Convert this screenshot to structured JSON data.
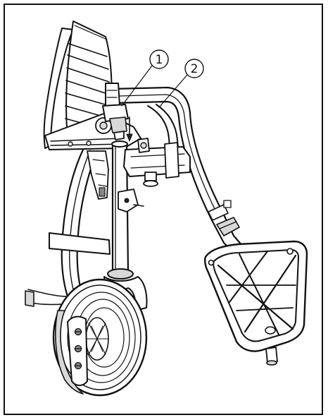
{
  "figure": {
    "callouts": [
      {
        "number": "1",
        "target": "height-adjustment-lever"
      },
      {
        "number": "2",
        "target": "legrest-swing-tube"
      }
    ],
    "colors": {
      "line": "#111111",
      "background": "#ffffff",
      "shade_light": "#d8d8d8",
      "shade_dark": "#888888"
    }
  }
}
